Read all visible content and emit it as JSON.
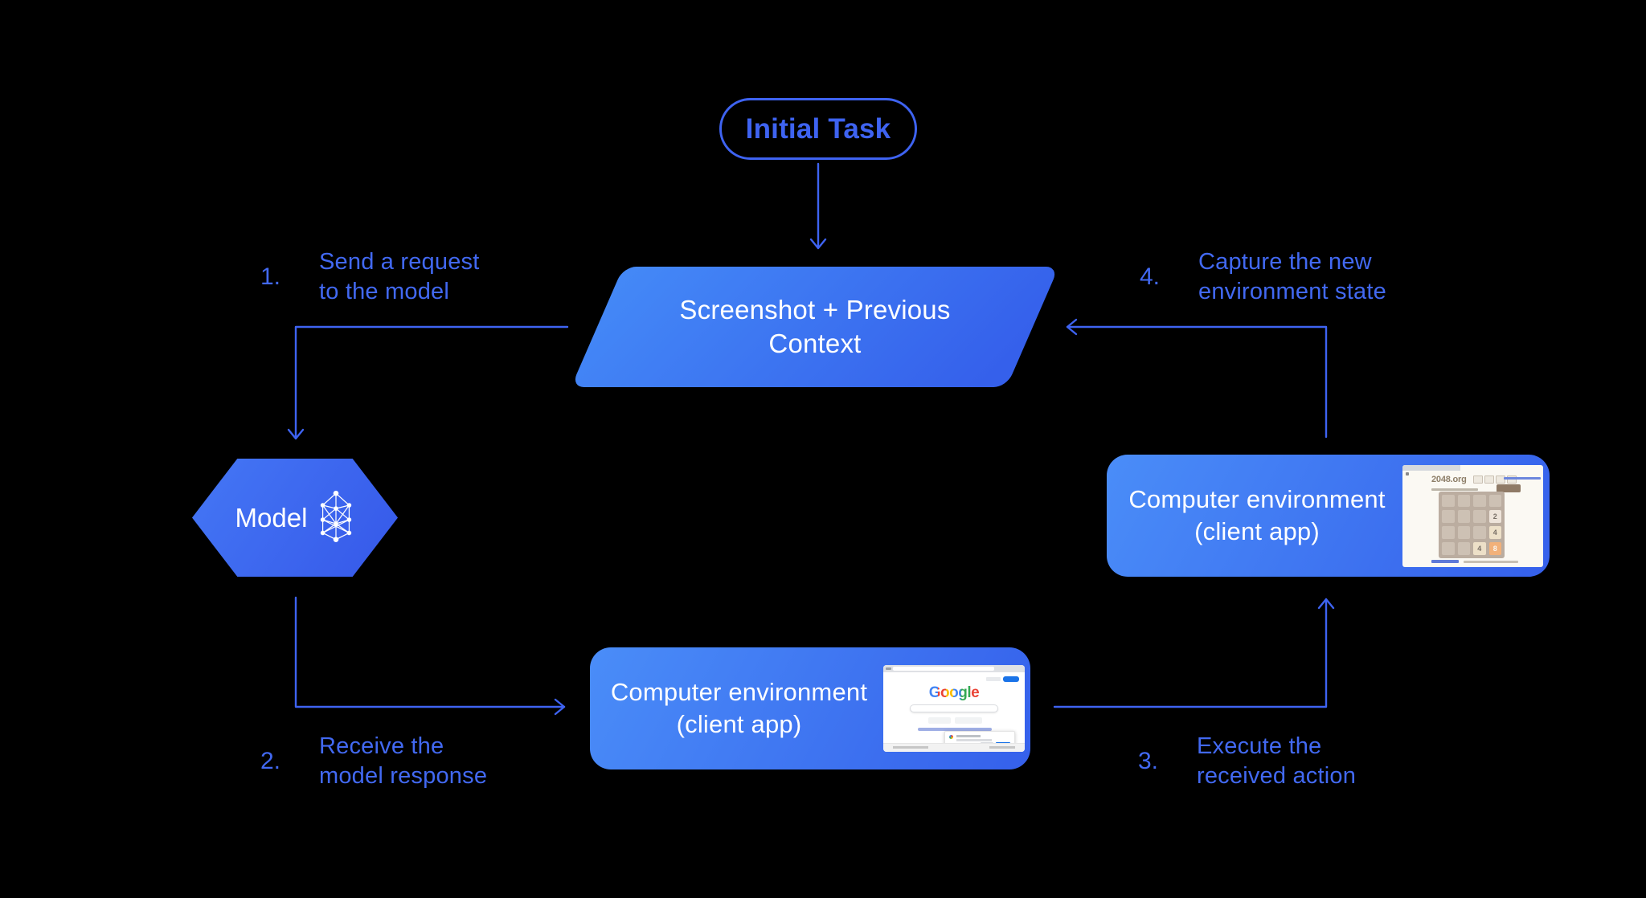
{
  "diagram": {
    "initial_task": {
      "label": "Initial Task"
    },
    "screenshot_context": {
      "line1": "Screenshot + Previous",
      "line2": "Context"
    },
    "model": {
      "label": "Model"
    },
    "env_bottom": {
      "line1": "Computer environment",
      "line2": "(client app)"
    },
    "env_right": {
      "line1": "Computer environment",
      "line2": "(client app)"
    },
    "steps": [
      {
        "num": "1.",
        "line1": "Send a request",
        "line2": "to the model"
      },
      {
        "num": "2.",
        "line1": "Receive the",
        "line2": "model response"
      },
      {
        "num": "3.",
        "line1": "Execute the",
        "line2": "received action"
      },
      {
        "num": "4.",
        "line1": "Capture the new",
        "line2": "environment state"
      }
    ],
    "colors": {
      "background": "#000000",
      "accent": "#3E63F1",
      "label_text": "#4269F2",
      "shape_gradient_start": "#4A8DF8",
      "shape_gradient_end": "#3560EB",
      "shape_text": "#FFFFFF"
    }
  },
  "thumbnails": {
    "google": {
      "logo_text": "Google"
    },
    "game": {
      "site": "2048.org",
      "grid": [
        [
          "",
          "",
          "",
          ""
        ],
        [
          "",
          "",
          "",
          "2"
        ],
        [
          "",
          "",
          "",
          "4"
        ],
        [
          "",
          "",
          "4",
          "8"
        ]
      ]
    }
  }
}
